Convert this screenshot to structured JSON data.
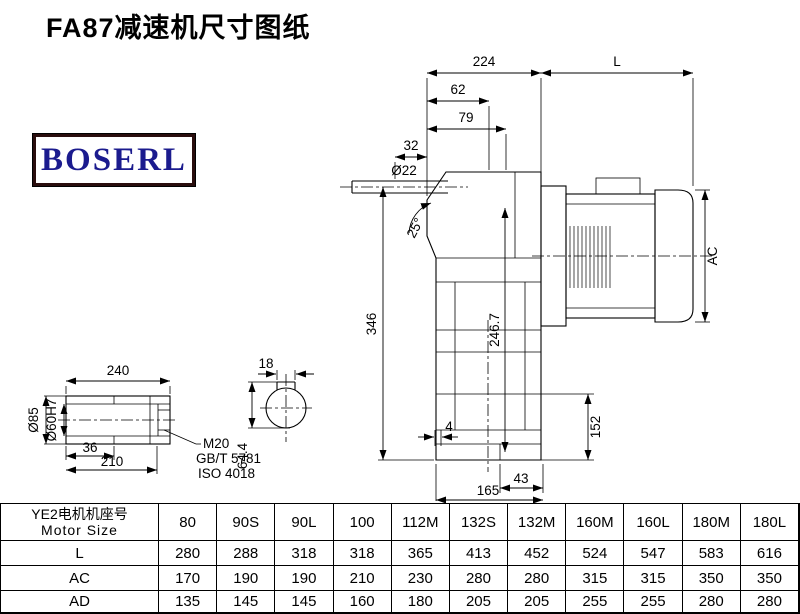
{
  "title": "FA87减速机尺寸图纸",
  "logo": {
    "text": "BOSERL"
  },
  "dims": {
    "w224": "224",
    "L": "L",
    "w62": "62",
    "w79": "79",
    "w32": "32",
    "dia22": "Ø22",
    "angle25": "25°",
    "h346": "346",
    "h246_7": "246.7",
    "AC": "AC",
    "h152": "152",
    "w4": "4",
    "w43": "43",
    "w165": "165"
  },
  "shaft": {
    "w240": "240",
    "dia85": "Ø85",
    "dia60": "Ø60H7",
    "w36": "36",
    "w210": "210",
    "thread": "M20",
    "std_gb": "GB/T 5781",
    "std_iso": "ISO 4018"
  },
  "section": {
    "w18": "18",
    "h64_4": "64.4"
  },
  "table": {
    "header_line1": "YE2电机机座号",
    "header_line2": "Motor Size",
    "sizes": [
      "80",
      "90S",
      "90L",
      "100",
      "112M",
      "132S",
      "132M",
      "160M",
      "160L",
      "180M",
      "180L"
    ],
    "rows": [
      {
        "label": "L",
        "values": [
          "280",
          "288",
          "318",
          "318",
          "365",
          "413",
          "452",
          "524",
          "547",
          "583",
          "616"
        ]
      },
      {
        "label": "AC",
        "values": [
          "170",
          "190",
          "190",
          "210",
          "230",
          "280",
          "280",
          "315",
          "315",
          "350",
          "350"
        ]
      },
      {
        "label": "AD",
        "values": [
          "135",
          "145",
          "145",
          "160",
          "180",
          "205",
          "205",
          "255",
          "255",
          "280",
          "280"
        ]
      }
    ]
  }
}
